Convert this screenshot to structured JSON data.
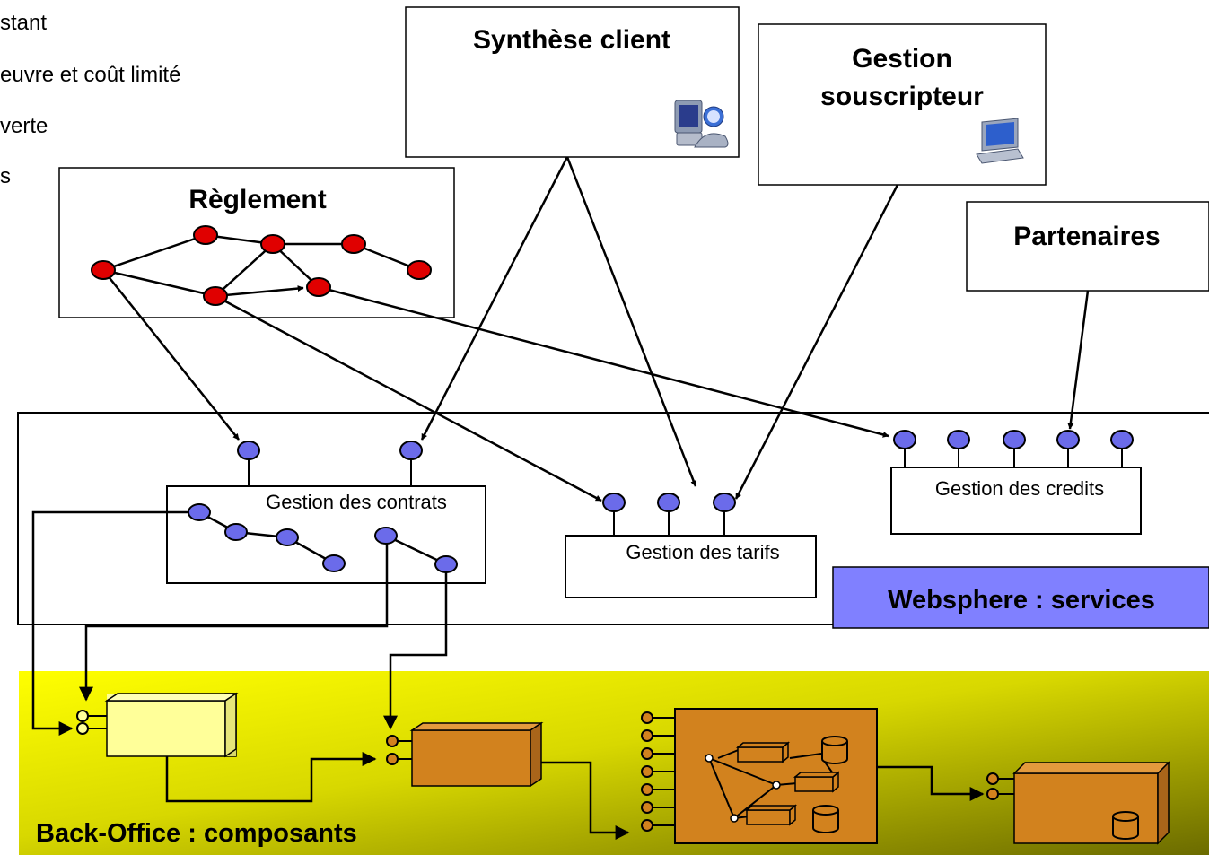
{
  "bullets": [
    "stant",
    "euvre et coût limité",
    "verte",
    "s"
  ],
  "clients": {
    "reglement": "Règlement",
    "synthese": "Synthèse client",
    "gestion_line1": "Gestion",
    "gestion_line2": "souscripteur",
    "partenaires": "Partenaires"
  },
  "services": {
    "contrats": "Gestion des contrats",
    "tarifs": "Gestion des tarifs",
    "credits": "Gestion des credits",
    "layer_label": "Websphere : services"
  },
  "backoffice": {
    "layer_label": "Back-Office : composants"
  },
  "icons": [
    "user-workstation-icon",
    "laptop-icon",
    "database-icon"
  ],
  "colors": {
    "node_red": "#e00000",
    "port_blue": "#6b6bea",
    "component_orange": "#d2821e",
    "component_light": "#ffff99",
    "websphere_label_bg": "#8080ff"
  }
}
